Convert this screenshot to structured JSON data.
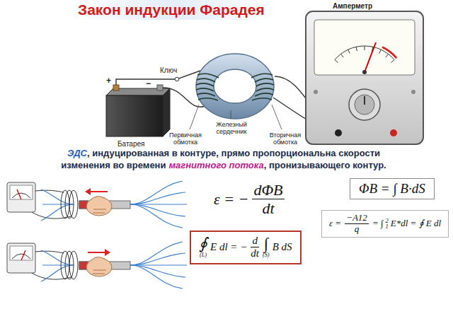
{
  "diagram": {
    "title": "Закон индукции Фарадея",
    "nodes": [
      {
        "text": [
          "ΦB = ∫ B·dS"
        ]
      },
      {
        "text": [
          "ε =",
          "−A12",
          "q",
          "= ∫",
          "2",
          "1",
          "E*dl = ∮ E dl"
        ]
      },
      {
        "text": [
          "∮",
          "(L)",
          "E dl = −",
          "d",
          "dt",
          "∫",
          "(S)",
          "B dS"
        ]
      }
    ],
    "labels": [
      "Амперметр",
      "Ключ",
      "+",
      "−",
      "Батарея",
      "Железный сердечник",
      "Первичная обмотка",
      "Вторичная обмотка",
      "ЭДС",
      ", индуцированная в контуре, прямо пропорциональна скорости изменения во времени",
      "магнитного потока",
      ", пронизывающего контур.",
      "ε = −",
      "dΦB",
      "dt"
    ]
  }
}
